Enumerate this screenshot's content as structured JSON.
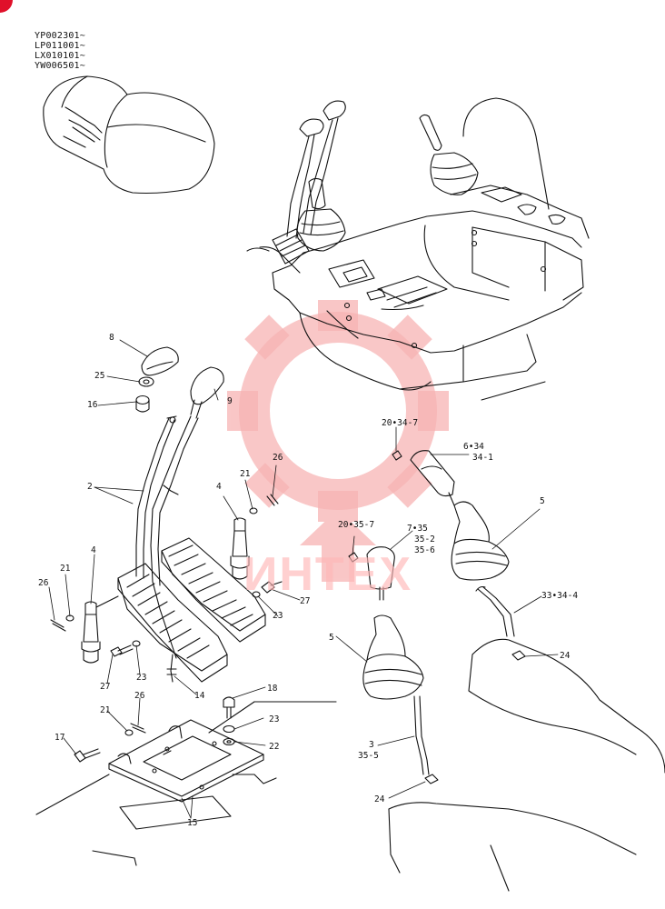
{
  "serial_numbers": [
    "YP002301~",
    "LP011001~",
    "LX010101~",
    "YW006501~"
  ],
  "watermark_text": "ИНТЕХ",
  "colors": {
    "line": "#111111",
    "watermark": "#f7b4b4",
    "badge": "#e0102a"
  },
  "callouts": [
    {
      "id": "c8",
      "text": "8"
    },
    {
      "id": "c25",
      "text": "25"
    },
    {
      "id": "c16",
      "text": "16"
    },
    {
      "id": "c9",
      "text": "9"
    },
    {
      "id": "c2",
      "text": "2"
    },
    {
      "id": "c26a",
      "text": "26"
    },
    {
      "id": "c21a",
      "text": "21"
    },
    {
      "id": "c4a",
      "text": "4"
    },
    {
      "id": "c4b",
      "text": "4"
    },
    {
      "id": "c21b",
      "text": "21"
    },
    {
      "id": "c26b",
      "text": "26"
    },
    {
      "id": "c27a",
      "text": "27"
    },
    {
      "id": "c23a",
      "text": "23"
    },
    {
      "id": "c27b",
      "text": "27"
    },
    {
      "id": "c23b",
      "text": "23"
    },
    {
      "id": "c14",
      "text": "14"
    },
    {
      "id": "c18",
      "text": "18"
    },
    {
      "id": "c21c",
      "text": "21"
    },
    {
      "id": "c26c",
      "text": "26"
    },
    {
      "id": "c23c",
      "text": "23"
    },
    {
      "id": "c17",
      "text": "17"
    },
    {
      "id": "c22",
      "text": "22"
    },
    {
      "id": "c15",
      "text": "15"
    },
    {
      "id": "c20a",
      "text": "20•34-7"
    },
    {
      "id": "c6",
      "text": "6•34"
    },
    {
      "id": "c6b",
      "text": "34-1"
    },
    {
      "id": "c5a",
      "text": "5"
    },
    {
      "id": "c20b",
      "text": "20•35-7"
    },
    {
      "id": "c7",
      "text": "7•35"
    },
    {
      "id": "c7b",
      "text": "35-2"
    },
    {
      "id": "c7c",
      "text": "35-6"
    },
    {
      "id": "c33",
      "text": "33•34-4"
    },
    {
      "id": "c24a",
      "text": "24"
    },
    {
      "id": "c5b",
      "text": "5"
    },
    {
      "id": "c3",
      "text": "3"
    },
    {
      "id": "c3b",
      "text": "35-5"
    },
    {
      "id": "c24b",
      "text": "24"
    }
  ]
}
